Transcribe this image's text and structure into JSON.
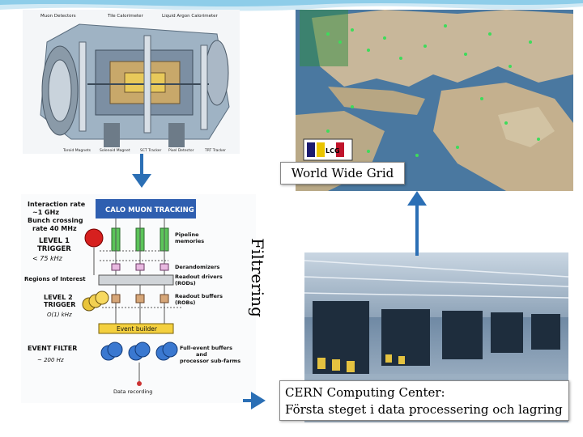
{
  "captions": {
    "grid": "World Wide Grid",
    "filter": "Filtrering",
    "center_line1": "CERN Computing Center:",
    "center_line2": "Första steget i data processering och lagring"
  },
  "detector_labels": {
    "top": [
      "Muon Detectors",
      "Tile Calorimeter",
      "Liquid Argon Calorimeter"
    ],
    "bottom": [
      "Toroid Magnets",
      "Solenoid Magnet",
      "SCT Tracker",
      "Pixel Detector",
      "TRT Tracker"
    ]
  },
  "trigger": {
    "intro": [
      "Interaction rate",
      "~1 GHz",
      "Bunch crossing",
      "rate 40 MHz"
    ],
    "header": "CALO  MUON  TRACKING",
    "level1": [
      "LEVEL 1",
      "TRIGGER"
    ],
    "level1_rate": "< 75  kHz",
    "pipeline": [
      "Pipeline",
      "memories"
    ],
    "derandomizers": "Derandomizers",
    "roi": "Regions of Interest",
    "readout_drivers": [
      "Readout drivers",
      "(RODs)"
    ],
    "level2": [
      "LEVEL 2",
      "TRIGGER"
    ],
    "level2_rate": "O(1) kHz",
    "readout_buffers": [
      "Readout buffers",
      "(ROBs)"
    ],
    "event_builder": "Event builder",
    "event_filter": "EVENT FILTER",
    "event_filter_rate": "~ 200 Hz",
    "farms": [
      "Full-event buffers",
      "and",
      "processor sub-farms"
    ],
    "recording": "Data recording"
  },
  "map": {
    "logo": "LCG"
  },
  "colors": {
    "arrow": "#2b6fb5",
    "wave": "#7fc6e6",
    "diagram_header": "#2f5fb0",
    "event_builder": "#f4d03f"
  }
}
